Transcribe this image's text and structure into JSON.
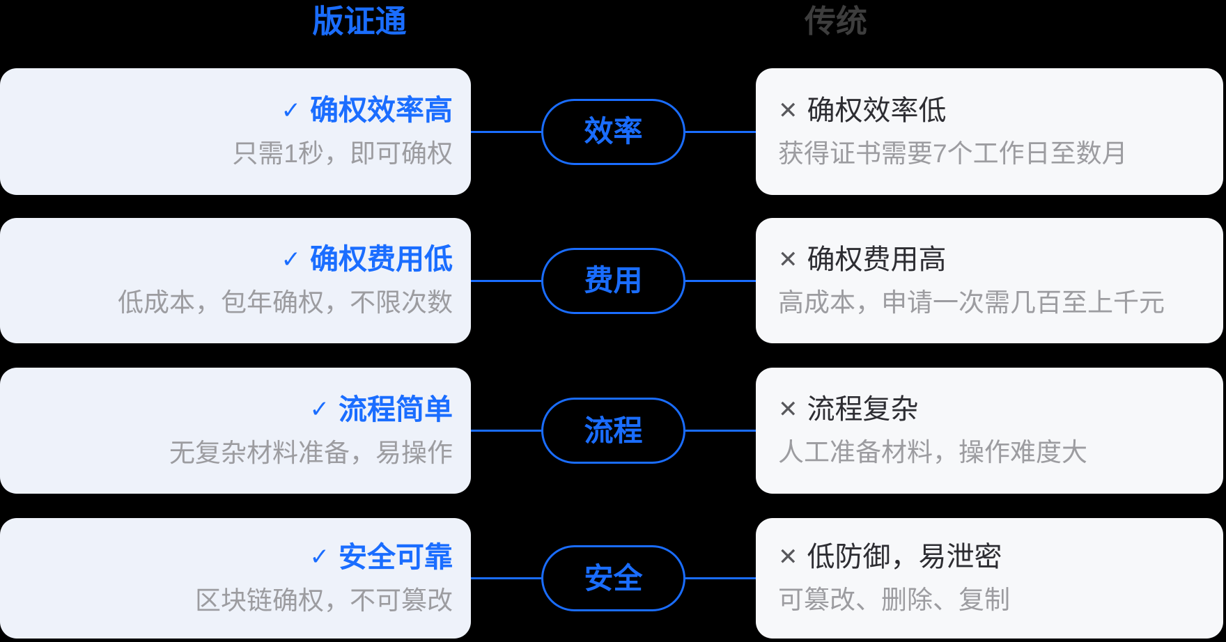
{
  "page": {
    "background_color": "#000000",
    "type": "comparison-infographic"
  },
  "colors": {
    "accent_blue": "#1a6dff",
    "left_card_bg": "#eef2fa",
    "right_card_bg": "#f7f8fa",
    "right_title_dark": "#2d2d32",
    "subtitle_gray": "#9c9ca0",
    "header_right_gray": "#3d3d3d",
    "cross_gray": "#58585c"
  },
  "icons": {
    "check": "✓",
    "cross": "✕"
  },
  "header": {
    "left_label": "版证通",
    "right_label": "传统"
  },
  "rows": [
    {
      "dimension": "效率",
      "left": {
        "title": "确权效率高",
        "subtitle": "只需1秒，即可确权"
      },
      "right": {
        "title": "确权效率低",
        "subtitle": "获得证书需要7个工作日至数月"
      }
    },
    {
      "dimension": "费用",
      "left": {
        "title": "确权费用低",
        "subtitle": "低成本，包年确权，不限次数"
      },
      "right": {
        "title": "确权费用高",
        "subtitle": "高成本，申请一次需几百至上千元"
      }
    },
    {
      "dimension": "流程",
      "left": {
        "title": "流程简单",
        "subtitle": "无复杂材料准备，易操作"
      },
      "right": {
        "title": "流程复杂",
        "subtitle": "人工准备材料，操作难度大"
      }
    },
    {
      "dimension": "安全",
      "left": {
        "title": "安全可靠",
        "subtitle": "区块链确权，不可篡改"
      },
      "right": {
        "title": "低防御，易泄密",
        "subtitle": "可篡改、删除、复制"
      }
    }
  ]
}
